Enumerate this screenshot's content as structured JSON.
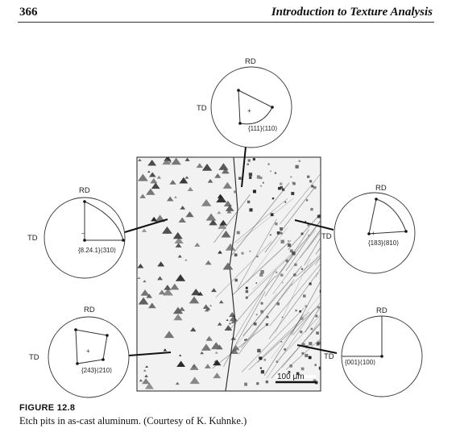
{
  "header": {
    "page_number": "366",
    "running_title": "Introduction to Texture Analysis"
  },
  "figure": {
    "label": "FIGURE 12.8",
    "caption": "Etch pits in as-cast aluminum. (Courtesy of K. Kuhnke.)",
    "scale_bar": "100 μm",
    "pole_figures": {
      "top": {
        "rd": "RD",
        "td": "TD",
        "index": "{111}⟨110⟩"
      },
      "left_upper": {
        "rd": "RD",
        "td": "TD",
        "index": "{8.24.1}⟨310⟩"
      },
      "left_lower": {
        "rd": "RD",
        "td": "TD",
        "index": "{243}⟨210⟩"
      },
      "right_upper": {
        "rd": "RD",
        "td": "TD",
        "index": "{183}⟨810⟩"
      },
      "right_lower": {
        "rd": "RD",
        "td": "TD",
        "index": "{001}⟨100⟩"
      }
    }
  }
}
